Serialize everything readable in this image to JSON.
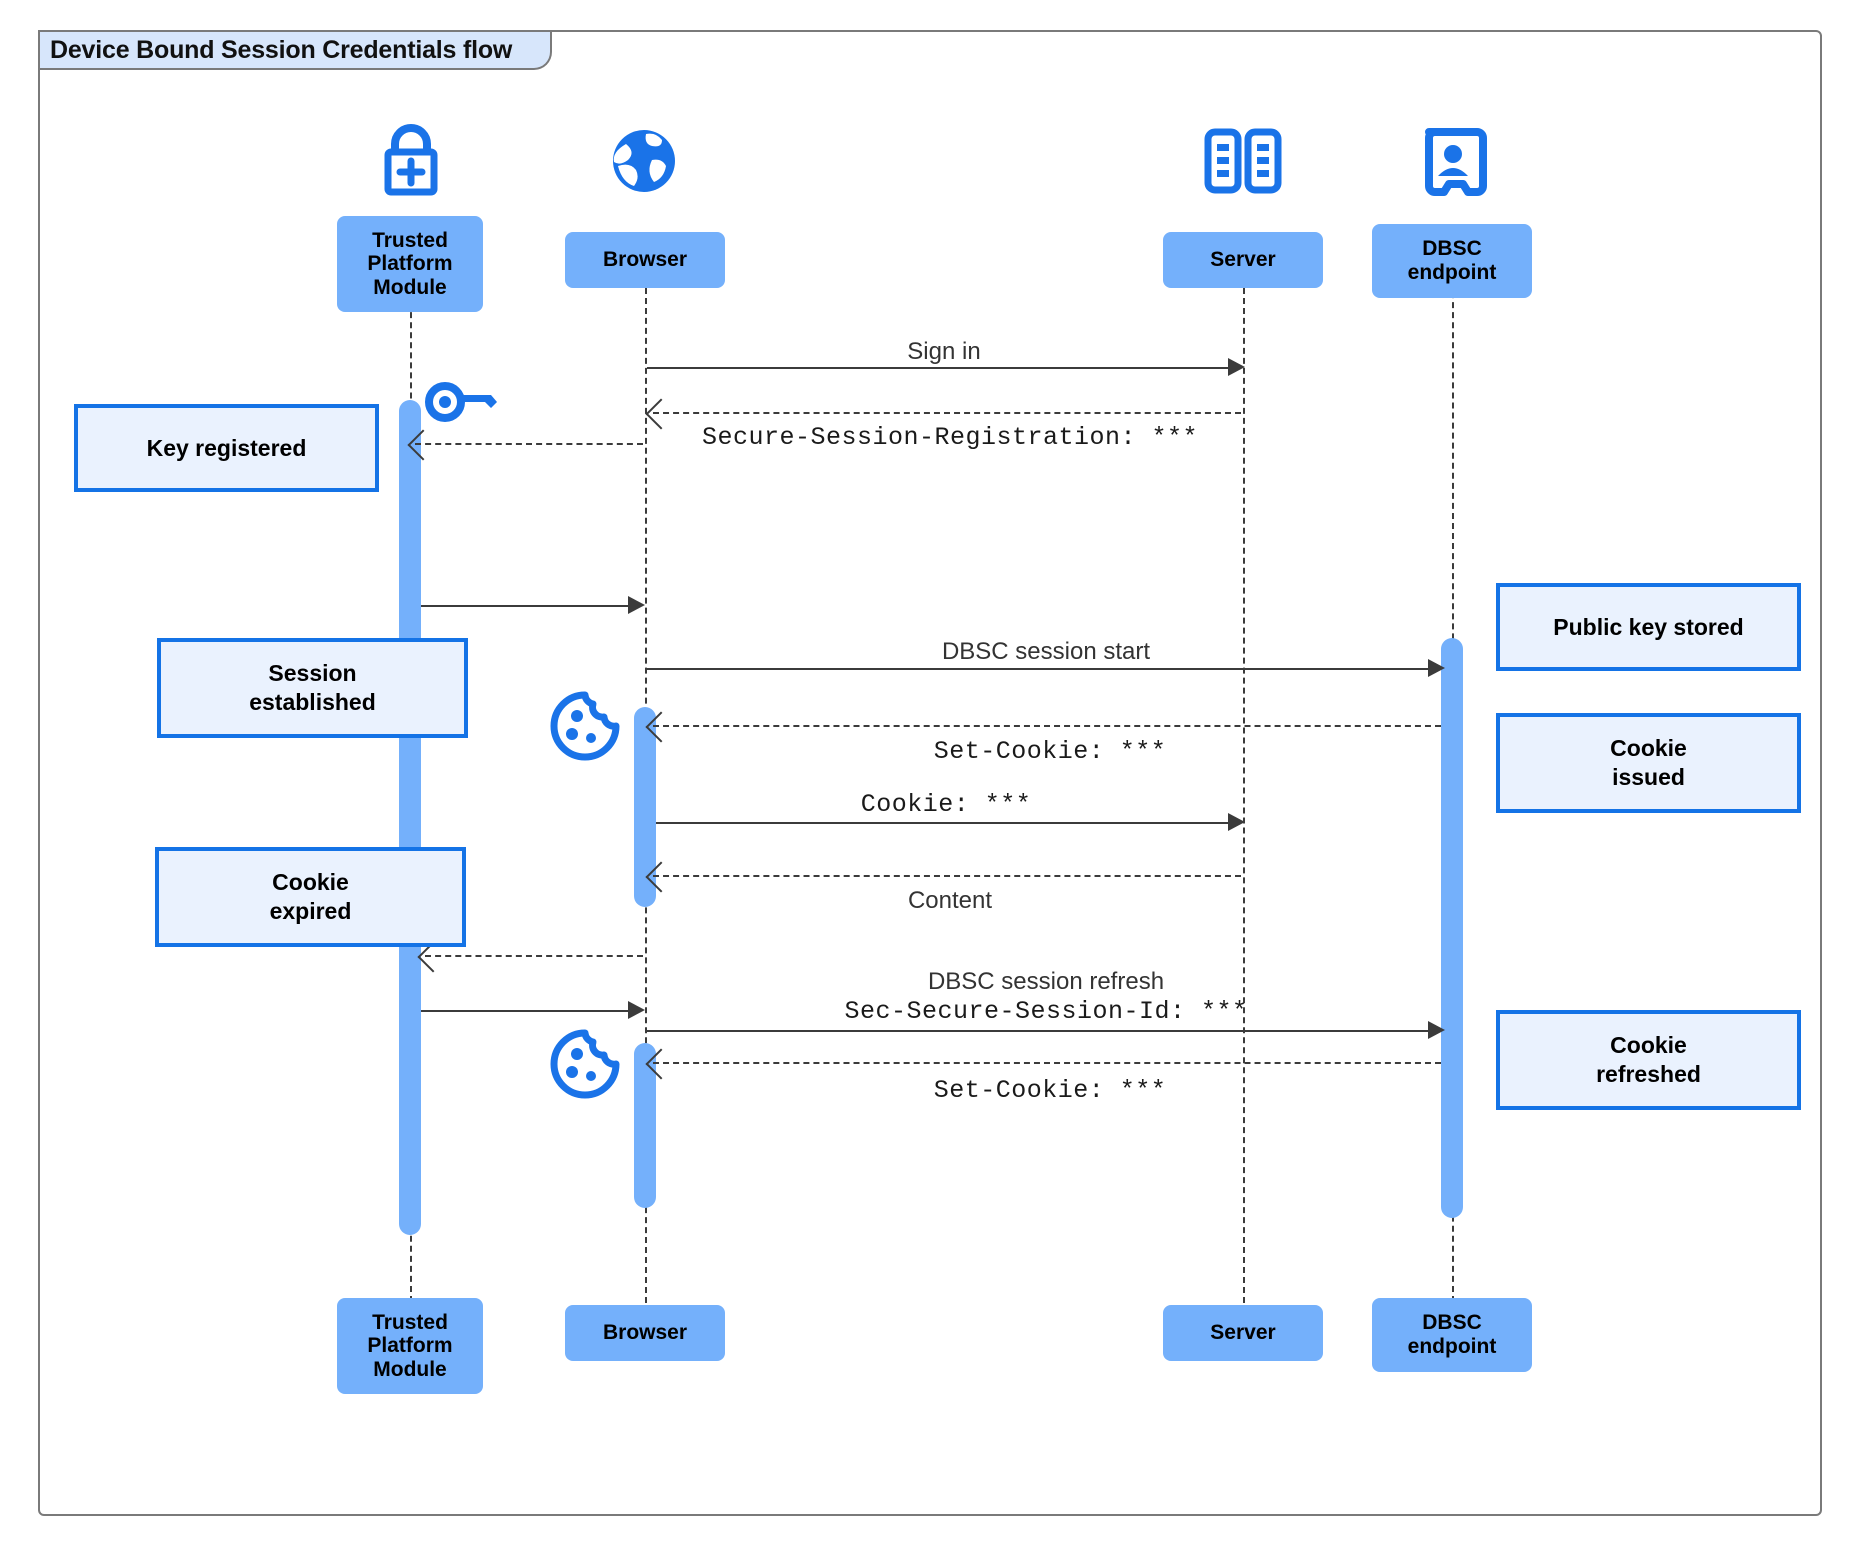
{
  "diagram": {
    "title": "Device Bound Session Credentials flow",
    "type": "uml-sequence-diagram",
    "colors": {
      "frame_border": "#7a7a7a",
      "title_fill": "#d7e6fb",
      "participant_fill": "#74b0fb",
      "activation_fill": "#74b0fb",
      "note_fill": "#eaf2fe",
      "note_border": "#1473e6",
      "icon_blue": "#1a73e8",
      "line": "#3b3b3b"
    }
  },
  "participants": [
    {
      "id": "tpm",
      "label": "Trusted\nPlatform\nModule",
      "label_line1": "Trusted",
      "label_line2": "Platform",
      "label_line3": "Module",
      "icon": "lock-plus-icon"
    },
    {
      "id": "browser",
      "label": "Browser",
      "icon": "globe-icon"
    },
    {
      "id": "server",
      "label": "Server",
      "icon": "server-rack-icon"
    },
    {
      "id": "dbsc",
      "label": "DBSC\nendpoint",
      "label_line1": "DBSC",
      "label_line2": "endpoint",
      "icon": "id-badge-icon"
    }
  ],
  "footer_participants": [
    {
      "id": "tpm",
      "label_line1": "Trusted",
      "label_line2": "Platform",
      "label_line3": "Module"
    },
    {
      "id": "browser",
      "label": "Browser"
    },
    {
      "id": "server",
      "label": "Server"
    },
    {
      "id": "dbsc",
      "label_line1": "DBSC",
      "label_line2": "endpoint"
    }
  ],
  "messages": [
    {
      "id": "m1",
      "from": "browser",
      "to": "server",
      "label": "Sign in",
      "style": "solid",
      "font": "sans"
    },
    {
      "id": "m2",
      "from": "server",
      "to": "browser",
      "label": "Secure-Session-Registration: ***",
      "style": "dashed",
      "font": "mono"
    },
    {
      "id": "m3",
      "from": "tpm",
      "to": "browser",
      "label": "",
      "style": "solid",
      "font": "sans"
    },
    {
      "id": "m4",
      "from": "browser",
      "to": "dbsc",
      "label": "DBSC session start",
      "style": "solid",
      "font": "sans"
    },
    {
      "id": "m5",
      "from": "dbsc",
      "to": "browser",
      "label": "Set-Cookie: ***",
      "style": "dashed",
      "font": "mono"
    },
    {
      "id": "m6",
      "from": "browser",
      "to": "server",
      "label": "Cookie: ***",
      "style": "solid",
      "font": "mono"
    },
    {
      "id": "m7",
      "from": "server",
      "to": "browser",
      "label": "Content",
      "style": "dashed",
      "font": "sans"
    },
    {
      "id": "m8",
      "from": "browser",
      "to": "tpm",
      "label": "",
      "style": "dashed",
      "font": "sans"
    },
    {
      "id": "m9",
      "from": "tpm",
      "to": "browser",
      "label": "",
      "style": "solid",
      "font": "sans"
    },
    {
      "id": "m10",
      "from": "browser",
      "to": "dbsc",
      "label_sans": "DBSC session refresh",
      "label_mono": "Sec-Secure-Session-Id: ***",
      "style": "solid",
      "font": "mixed"
    },
    {
      "id": "m11",
      "from": "dbsc",
      "to": "browser",
      "label": "Set-Cookie: ***",
      "style": "dashed",
      "font": "mono"
    }
  ],
  "notes": [
    {
      "id": "n1",
      "side": "left",
      "anchor": "tpm",
      "line1": "Key registered",
      "line2": ""
    },
    {
      "id": "n2",
      "side": "left",
      "anchor": "tpm",
      "line1": "Session",
      "line2": "established"
    },
    {
      "id": "n3",
      "side": "left",
      "anchor": "tpm",
      "line1": "Cookie",
      "line2": "expired"
    },
    {
      "id": "n4",
      "side": "right",
      "anchor": "dbsc",
      "line1": "Public key stored",
      "line2": ""
    },
    {
      "id": "n5",
      "side": "right",
      "anchor": "dbsc",
      "line1": "Cookie",
      "line2": "issued"
    },
    {
      "id": "n6",
      "side": "right",
      "anchor": "dbsc",
      "line1": "Cookie",
      "line2": "refreshed"
    }
  ],
  "inline_icons": [
    {
      "id": "key1",
      "name": "key-icon",
      "near": "tpm"
    },
    {
      "id": "cookie1",
      "name": "cookie-icon",
      "near": "browser"
    },
    {
      "id": "cookie2",
      "name": "cookie-icon",
      "near": "browser"
    }
  ]
}
